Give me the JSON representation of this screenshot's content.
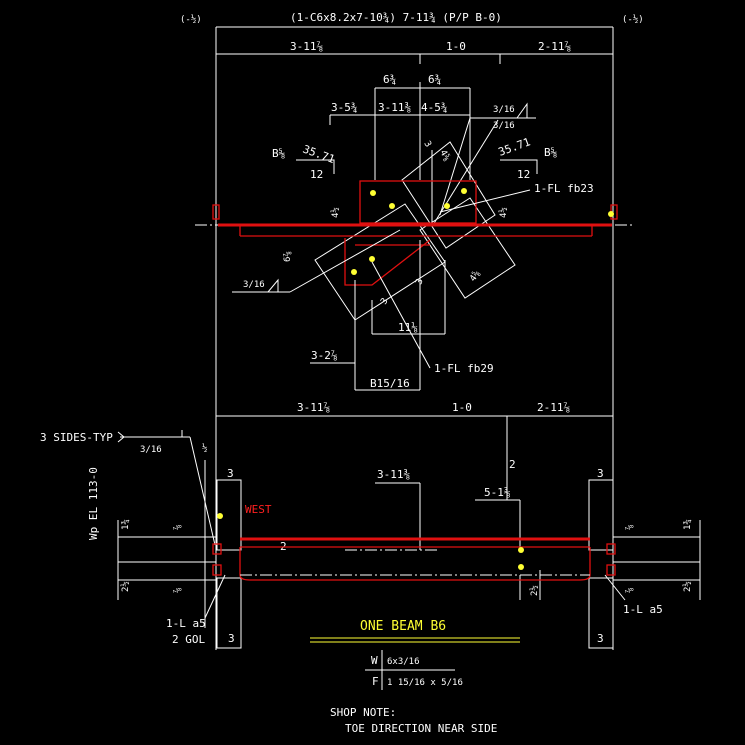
{
  "header": {
    "main_label": "(1-C6x8.2x7-10¾)  7-11¾  (P/P B-0)",
    "left_tag": "(-½)",
    "right_tag": "(-½)"
  },
  "plan_view": {
    "dim_top": [
      "3-11⅞",
      "1-0",
      "2-11⅞"
    ],
    "dim_upper": [
      "6¾",
      "6¾"
    ],
    "dim_upper2": [
      "3-5¾",
      "3-11⅜",
      "4-5¾"
    ],
    "weld_right": [
      "3/16",
      "3/16"
    ],
    "bevel_left": "B⅝",
    "bevel_right": "B⅝",
    "slope_left": [
      "35.71",
      "12"
    ],
    "slope_right": [
      "35.71",
      "12"
    ],
    "small_dims": [
      "3",
      "4⅝",
      "4½",
      "4½",
      "6⅞",
      "3",
      "3",
      "4⅝"
    ],
    "label_fl_top": "1-FL fb23",
    "weld_left": "3/16",
    "dim_11": "11⅛",
    "dim_bottom": [
      "3-2⅞",
      "B15/16"
    ],
    "label_fl_bottom": "1-FL fb29",
    "dim_bottom2": [
      "3-11⅞",
      "1-0",
      "2-11⅞"
    ]
  },
  "elevation_view": {
    "three_sides": "3 SIDES-TYP",
    "weld_size": "3/16",
    "half": "½",
    "dim_3_left": "3",
    "dim_3_right": "3",
    "dim_center": "3-11⅜",
    "dim_2": "2",
    "dim_5": "5-1⅜",
    "west_label": "WEST",
    "wp_label": "Wp EL 113-0",
    "dim_1_left": "1¾",
    "dim_1_right": "1¾",
    "dim_78_a": "⅞",
    "dim_78_b": "⅞",
    "dim_78_c": "⅞",
    "dim_78_d": "⅞",
    "dim_212_left": "2½",
    "dim_212_right": "2½",
    "dim_212_mid": "2½",
    "dim_2_web": "2",
    "angle_left": "1-L a5",
    "gol_left": "2 GOL",
    "angle_right": "1-L a5",
    "dim_3_bl": "3",
    "dim_3_br": "3"
  },
  "beam_title": "ONE BEAM B6",
  "schedule": {
    "w_label": "W",
    "w_value": "6x3/16",
    "f_label": "F",
    "f_value": "1 15/16 x 5/16"
  },
  "shop_note": {
    "title": "SHOP NOTE:",
    "text": "TOE DIRECTION NEAR SIDE"
  },
  "colors": {
    "background": "#000000",
    "line": "#ffffff",
    "member": "#e01010",
    "highlight": "#ffff33"
  }
}
